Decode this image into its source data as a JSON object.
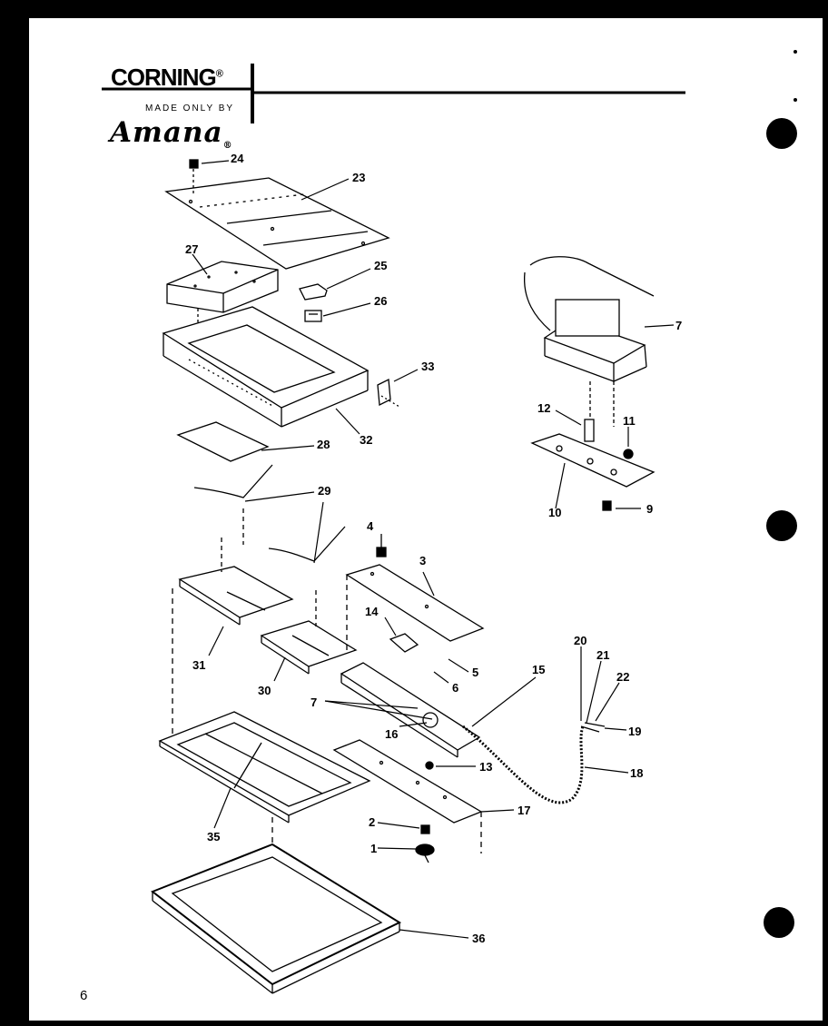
{
  "header": {
    "brand": "CORNING",
    "brand_mark": "®",
    "made_by": "MADE ONLY BY",
    "maker": "Amana",
    "maker_mark": "®"
  },
  "page_number": "6",
  "callouts": [
    {
      "id": "c24",
      "label": "24"
    },
    {
      "id": "c23",
      "label": "23"
    },
    {
      "id": "c27",
      "label": "27"
    },
    {
      "id": "c25",
      "label": "25"
    },
    {
      "id": "c26",
      "label": "26"
    },
    {
      "id": "c33",
      "label": "33"
    },
    {
      "id": "c32",
      "label": "32"
    },
    {
      "id": "c28",
      "label": "28"
    },
    {
      "id": "c29",
      "label": "29"
    },
    {
      "id": "c4",
      "label": "4"
    },
    {
      "id": "c3",
      "label": "3"
    },
    {
      "id": "c14",
      "label": "14"
    },
    {
      "id": "c31",
      "label": "31"
    },
    {
      "id": "c30",
      "label": "30"
    },
    {
      "id": "c5",
      "label": "5"
    },
    {
      "id": "c6",
      "label": "6"
    },
    {
      "id": "c15",
      "label": "15"
    },
    {
      "id": "c7a",
      "label": "7"
    },
    {
      "id": "c16",
      "label": "16"
    },
    {
      "id": "c13",
      "label": "13"
    },
    {
      "id": "c17",
      "label": "17"
    },
    {
      "id": "c2",
      "label": "2"
    },
    {
      "id": "c1",
      "label": "1"
    },
    {
      "id": "c35",
      "label": "35"
    },
    {
      "id": "c36",
      "label": "36"
    },
    {
      "id": "c20",
      "label": "20"
    },
    {
      "id": "c21",
      "label": "21"
    },
    {
      "id": "c22",
      "label": "22"
    },
    {
      "id": "c19",
      "label": "19"
    },
    {
      "id": "c18",
      "label": "18"
    },
    {
      "id": "c7b",
      "label": "7"
    },
    {
      "id": "c12",
      "label": "12"
    },
    {
      "id": "c11",
      "label": "11"
    },
    {
      "id": "c10",
      "label": "10"
    },
    {
      "id": "c9",
      "label": "9"
    }
  ]
}
